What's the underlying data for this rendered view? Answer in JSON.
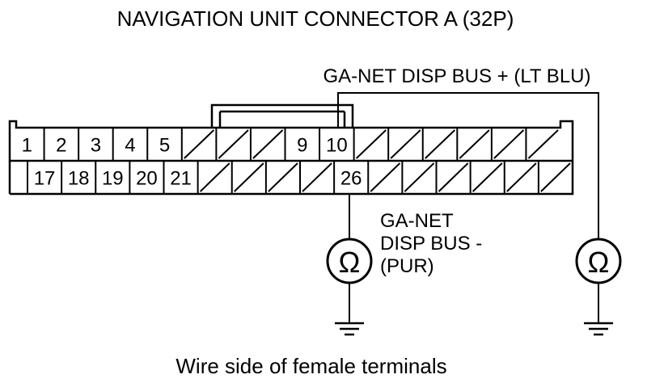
{
  "title": "NAVIGATION UNIT CONNECTOR A (32P)",
  "footer": "Wire side of female terminals",
  "wire_top": {
    "label": "GA-NET DISP BUS +  (LT BLU)"
  },
  "wire_bottom": {
    "label_lines": [
      "GA-NET",
      "DISP BUS -",
      "(PUR)"
    ]
  },
  "meter_symbol": "Ω",
  "connector": {
    "pins": 32,
    "top_row": [
      "1",
      "2",
      "3",
      "4",
      "5",
      "",
      "",
      "",
      "9",
      "10",
      "",
      "",
      "",
      "",
      "",
      ""
    ],
    "bottom_row": [
      "17",
      "18",
      "19",
      "20",
      "21",
      "",
      "",
      "",
      "",
      "26",
      "",
      "",
      "",
      "",
      "",
      ""
    ]
  }
}
